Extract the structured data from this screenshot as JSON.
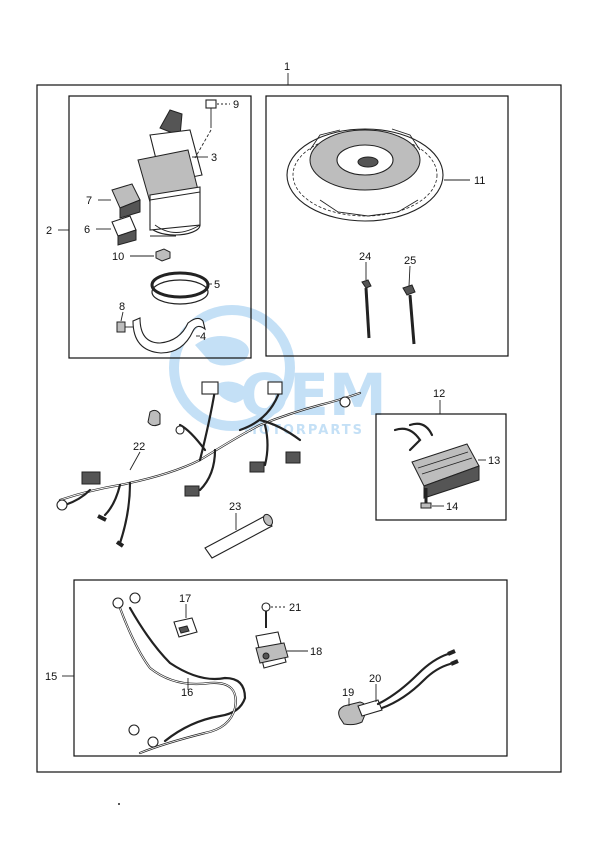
{
  "callouts": [
    {
      "id": "c1",
      "text": "1"
    },
    {
      "id": "c2",
      "text": "2"
    },
    {
      "id": "c3",
      "text": "3"
    },
    {
      "id": "c4",
      "text": "4"
    },
    {
      "id": "c5",
      "text": "5"
    },
    {
      "id": "c6",
      "text": "6"
    },
    {
      "id": "c7",
      "text": "7"
    },
    {
      "id": "c8",
      "text": "8"
    },
    {
      "id": "c9",
      "text": "9"
    },
    {
      "id": "c10",
      "text": "10"
    },
    {
      "id": "c11",
      "text": "11"
    },
    {
      "id": "c12",
      "text": "12"
    },
    {
      "id": "c13",
      "text": "13"
    },
    {
      "id": "c14",
      "text": "14"
    },
    {
      "id": "c15",
      "text": "15"
    },
    {
      "id": "c16",
      "text": "16"
    },
    {
      "id": "c17",
      "text": "17"
    },
    {
      "id": "c18",
      "text": "18"
    },
    {
      "id": "c19",
      "text": "19"
    },
    {
      "id": "c20",
      "text": "20"
    },
    {
      "id": "c21",
      "text": "21"
    },
    {
      "id": "c22",
      "text": "22"
    },
    {
      "id": "c23",
      "text": "23"
    },
    {
      "id": "c24",
      "text": "24"
    },
    {
      "id": "c25",
      "text": "25"
    }
  ],
  "watermark": {
    "brand": "OEM",
    "tagline": "MOTORPARTS",
    "color": "#5aa9e6"
  }
}
